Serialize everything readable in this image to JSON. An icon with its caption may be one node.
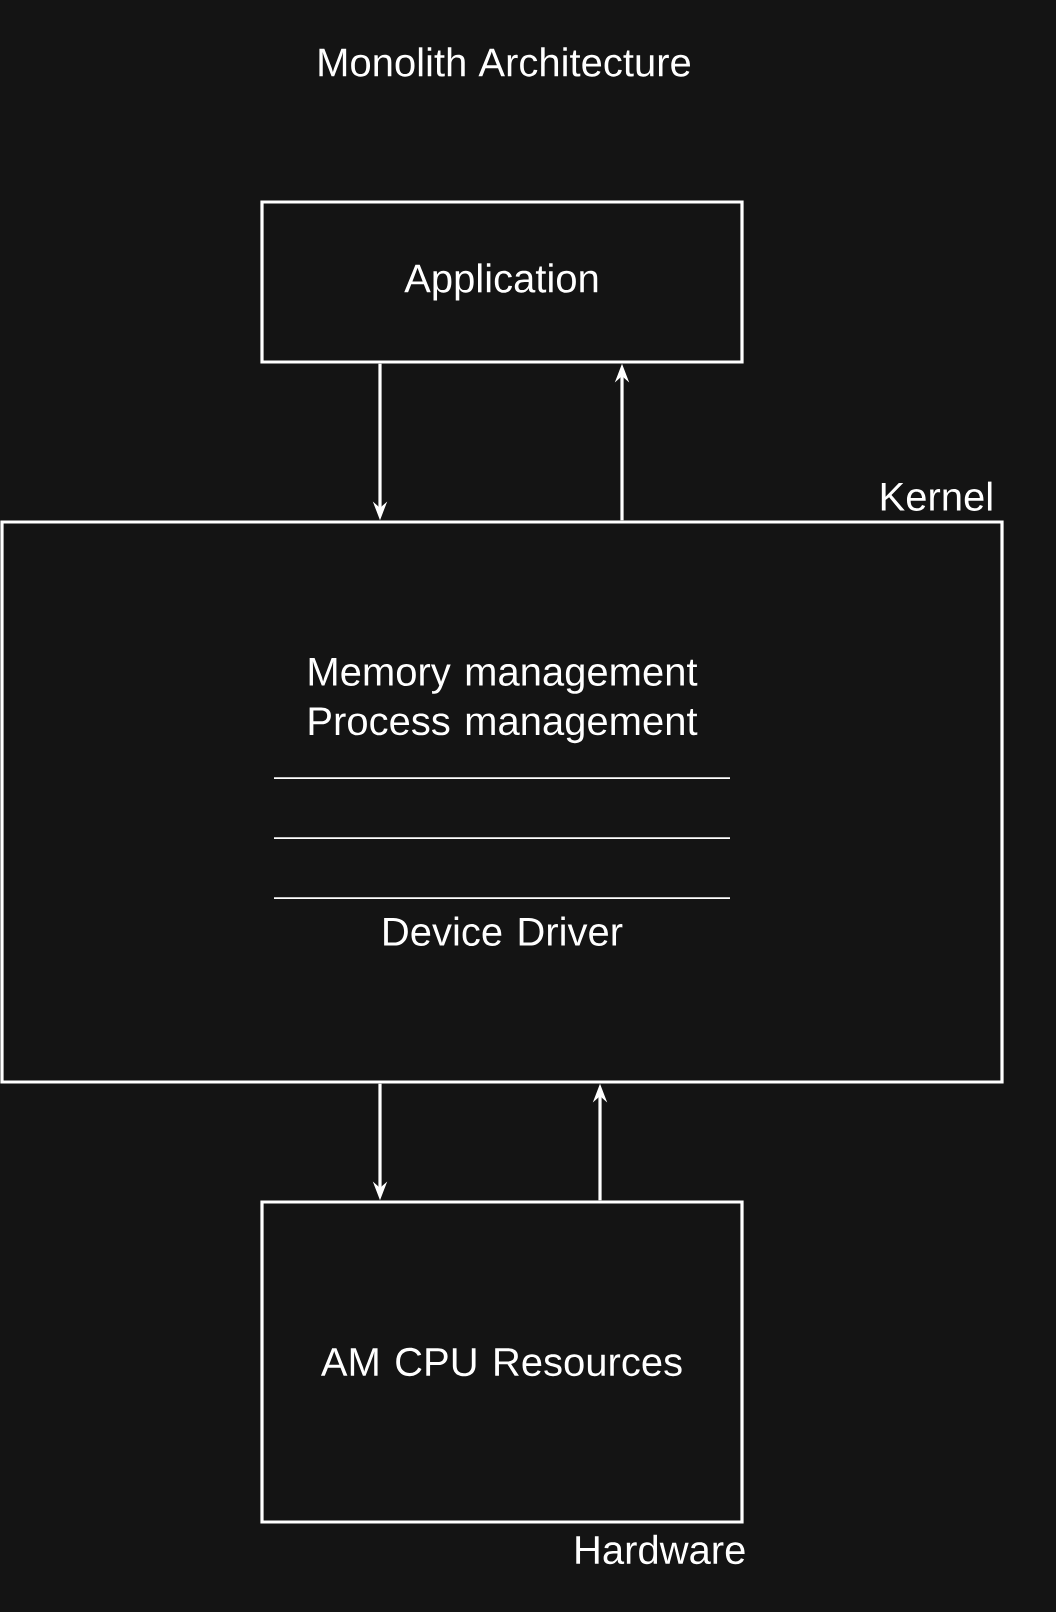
{
  "diagram": {
    "title": "Monolith Architecture",
    "nodes": [
      {
        "text": [
          "Application"
        ]
      },
      {
        "text": [
          "Kernel",
          "Memory management Process management",
          "Device Driver"
        ]
      },
      {
        "text": [
          "AM CPU Resources",
          "Hardware"
        ]
      }
    ],
    "edges": [
      {
        "from": 0,
        "to": 1,
        "arrow": "to"
      },
      {
        "from": 1,
        "to": 0,
        "arrow": "to"
      },
      {
        "from": 1,
        "to": 2,
        "arrow": "to"
      },
      {
        "from": 2,
        "to": 1,
        "arrow": "to"
      }
    ]
  }
}
